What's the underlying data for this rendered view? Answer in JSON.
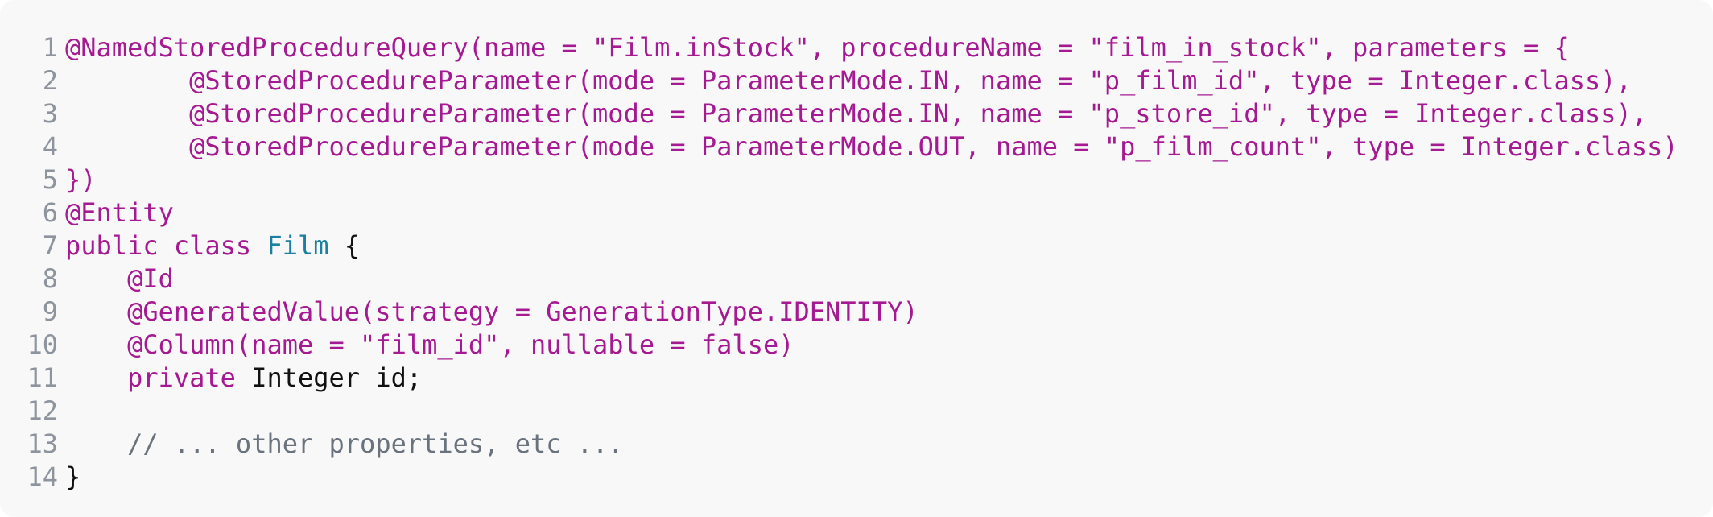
{
  "colors": {
    "background": "#f8f8f8",
    "line_numbers": "#8d949d",
    "annotation": "#a51a92",
    "class_name": "#1a7fa0",
    "plain": "#111111",
    "comment": "#6a737d"
  },
  "code_lines": [
    {
      "number": "1",
      "segments": [
        {
          "cls": "tok-ann",
          "text": "@NamedStoredProcedureQuery(name = \"Film.inStock\", procedureName = \"film_in_stock\", parameters = {"
        }
      ]
    },
    {
      "number": "2",
      "segments": [
        {
          "cls": "tok-ann",
          "text": "        @StoredProcedureParameter(mode = ParameterMode.IN, name = \"p_film_id\", type = Integer.class),"
        }
      ]
    },
    {
      "number": "3",
      "segments": [
        {
          "cls": "tok-ann",
          "text": "        @StoredProcedureParameter(mode = ParameterMode.IN, name = \"p_store_id\", type = Integer.class),"
        }
      ]
    },
    {
      "number": "4",
      "segments": [
        {
          "cls": "tok-ann",
          "text": "        @StoredProcedureParameter(mode = ParameterMode.OUT, name = \"p_film_count\", type = Integer.class)"
        }
      ]
    },
    {
      "number": "5",
      "segments": [
        {
          "cls": "tok-ann",
          "text": "})"
        }
      ]
    },
    {
      "number": "6",
      "segments": [
        {
          "cls": "tok-ann",
          "text": "@Entity"
        }
      ]
    },
    {
      "number": "7",
      "segments": [
        {
          "cls": "tok-kw",
          "text": "public class "
        },
        {
          "cls": "tok-type",
          "text": "Film"
        },
        {
          "cls": "tok-plain",
          "text": " {"
        }
      ]
    },
    {
      "number": "8",
      "segments": [
        {
          "cls": "tok-ann",
          "text": "    @Id"
        }
      ]
    },
    {
      "number": "9",
      "segments": [
        {
          "cls": "tok-ann",
          "text": "    @GeneratedValue(strategy = GenerationType.IDENTITY)"
        }
      ]
    },
    {
      "number": "10",
      "segments": [
        {
          "cls": "tok-ann",
          "text": "    @Column(name = \"film_id\", nullable = false)"
        }
      ]
    },
    {
      "number": "11",
      "segments": [
        {
          "cls": "tok-kw",
          "text": "    private "
        },
        {
          "cls": "tok-plain",
          "text": "Integer id;"
        }
      ]
    },
    {
      "number": "12",
      "segments": [
        {
          "cls": "tok-plain",
          "text": ""
        }
      ]
    },
    {
      "number": "13",
      "segments": [
        {
          "cls": "tok-comment",
          "text": "    // ... other properties, etc ..."
        }
      ]
    },
    {
      "number": "14",
      "segments": [
        {
          "cls": "tok-plain",
          "text": "}"
        }
      ]
    }
  ]
}
